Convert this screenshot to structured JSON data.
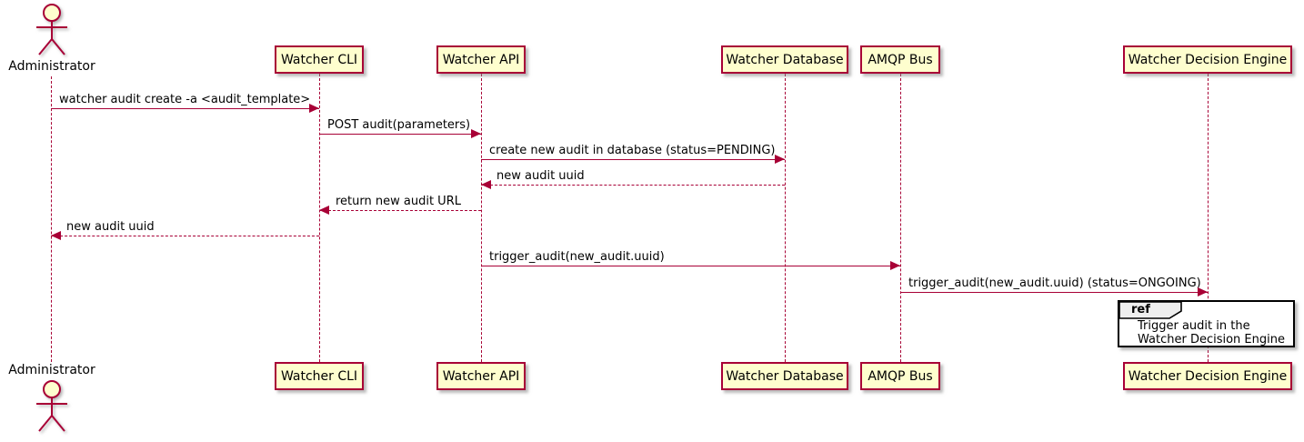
{
  "diagram": {
    "actor": {
      "label": "Administrator"
    },
    "participants": [
      {
        "label": "Watcher CLI"
      },
      {
        "label": "Watcher API"
      },
      {
        "label": "Watcher Database"
      },
      {
        "label": "AMQP Bus"
      },
      {
        "label": "Watcher Decision Engine"
      }
    ],
    "messages": [
      {
        "label": "watcher audit create -a <audit_template>",
        "from": "Administrator",
        "to": "Watcher CLI",
        "style": "solid"
      },
      {
        "label": "POST audit(parameters)",
        "from": "Watcher CLI",
        "to": "Watcher API",
        "style": "solid"
      },
      {
        "label": "create new audit in database (status=PENDING)",
        "from": "Watcher API",
        "to": "Watcher Database",
        "style": "solid"
      },
      {
        "label": "new audit uuid",
        "from": "Watcher Database",
        "to": "Watcher API",
        "style": "dashed"
      },
      {
        "label": "return new audit URL",
        "from": "Watcher API",
        "to": "Watcher CLI",
        "style": "dashed"
      },
      {
        "label": "new audit uuid",
        "from": "Watcher CLI",
        "to": "Administrator",
        "style": "dashed"
      },
      {
        "label": "trigger_audit(new_audit.uuid)",
        "from": "Watcher API",
        "to": "AMQP Bus",
        "style": "solid"
      },
      {
        "label": "trigger_audit(new_audit.uuid) (status=ONGOING)",
        "from": "AMQP Bus",
        "to": "Watcher Decision Engine",
        "style": "solid"
      }
    ],
    "ref": {
      "keyword": "ref",
      "lines": [
        "Trigger audit in the",
        "Watcher Decision Engine"
      ]
    },
    "colors": {
      "participant_fill": "#fefece",
      "line": "#a80036",
      "text": "#000000",
      "ref_border": "#000000",
      "ref_header_fill": "#eeeeee"
    }
  }
}
